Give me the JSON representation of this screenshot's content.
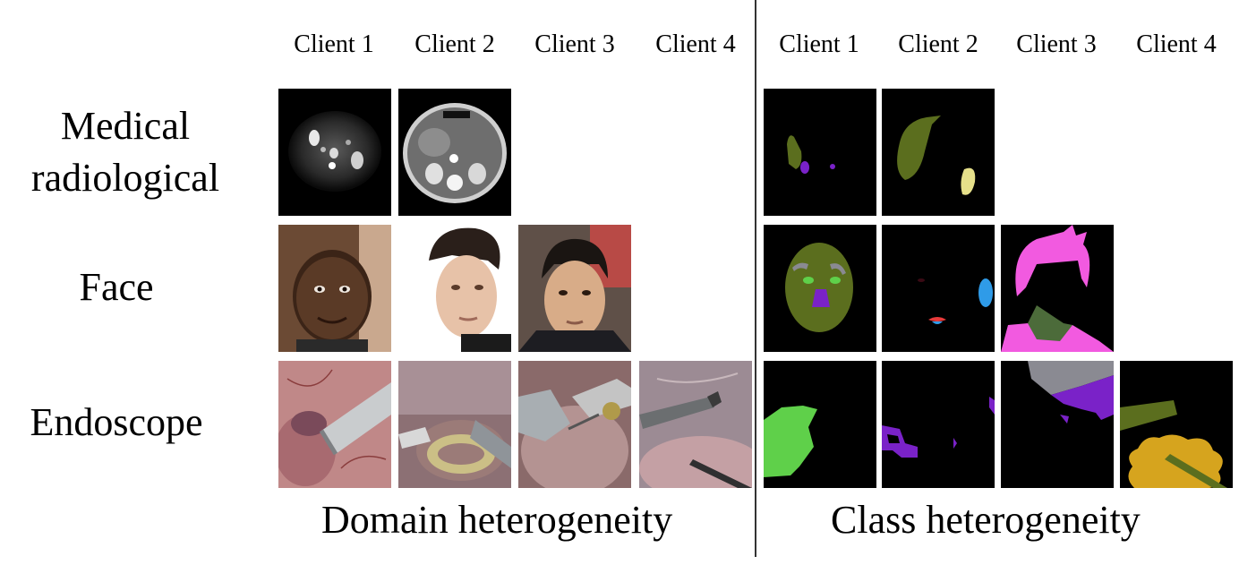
{
  "domain_panel": {
    "clients": [
      "Client 1",
      "Client 2",
      "Client 3",
      "Client 4"
    ],
    "caption": "Domain heterogeneity"
  },
  "class_panel": {
    "clients": [
      "Client 1",
      "Client 2",
      "Client 3",
      "Client 4"
    ],
    "caption": "Class heterogeneity"
  },
  "rows": [
    {
      "label_line1": "Medical",
      "label_line2": "radiological"
    },
    {
      "label": "Face"
    },
    {
      "label": "Endoscope"
    }
  ],
  "mask_colors": {
    "background": "#000000",
    "olive": "#5b6e1e",
    "purple": "#7a22c8",
    "pale_yellow": "#e6e08a",
    "pink": "#f25ae0",
    "light_blue": "#2f9be8",
    "green": "#5fd04a",
    "grey": "#8a8a92",
    "gold": "#d6a41e"
  }
}
